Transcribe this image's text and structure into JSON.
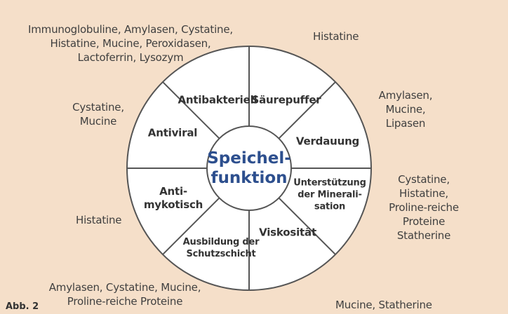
{
  "center": "Speichel-\nfunktion",
  "segments": {
    "antibakteriell": "Antibakteriell",
    "saeurepuffer": "Säurepuffer",
    "verdauung": "Verdauung",
    "mineralisation": "Unterstützung\nder Minerali-\nsation",
    "viskositaet": "Viskosität",
    "schutzschicht": "Ausbildung der\nSchutzschicht",
    "antimykotisch": "Anti-\nmykotisch",
    "antiviral": "Antiviral"
  },
  "outer": {
    "antibakteriell": "Immunoglobuline, Amylasen, Cystatine,\nHistatine, Mucine, Peroxidasen,\nLactoferrin, Lysozym",
    "saeurepuffer": "Histatine",
    "verdauung": "Amylasen,\nMucine,\nLipasen",
    "mineralisation": "Cystatine,\nHistatine,\nProline-reiche\nProteine\nStatherine",
    "viskositaet": "Mucine, Statherine",
    "schutzschicht": "Amylasen, Cystatine, Mucine,\nProline-reiche Proteine",
    "antimykotisch": "Histatine",
    "antiviral": "Cystatine,\nMucine"
  },
  "figure_label": "Abb. 2",
  "colors": {
    "background": "#f5dfc9",
    "wheel": "#ffffff",
    "stroke": "#555555",
    "center_text": "#2d4f8e"
  }
}
